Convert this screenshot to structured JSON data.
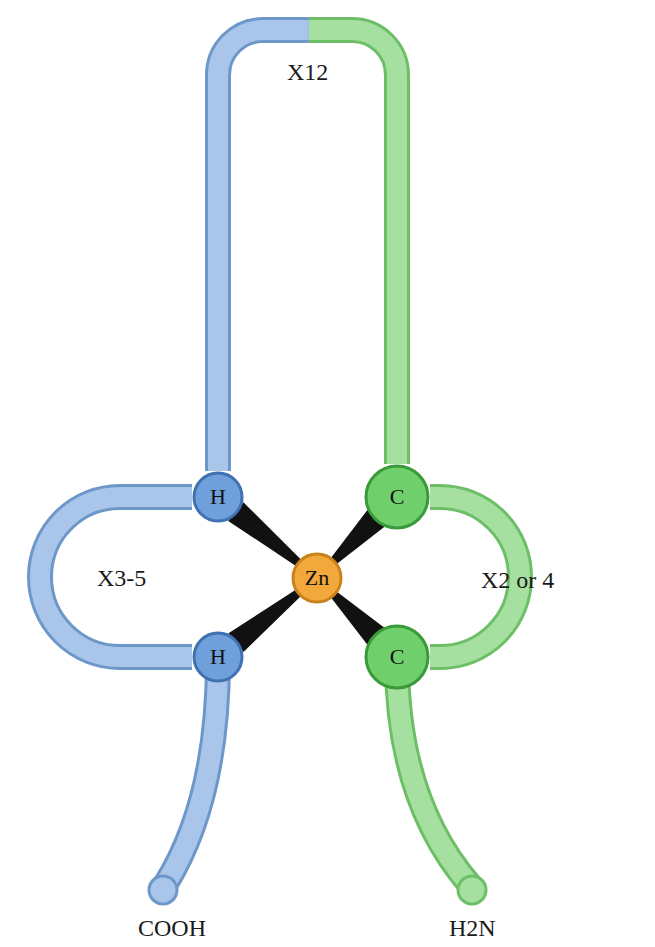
{
  "diagram": {
    "nodes": [
      {
        "text": [
          "H"
        ]
      },
      {
        "text": [
          "C"
        ]
      },
      {
        "text": [
          "Zn"
        ]
      },
      {
        "text": [
          "H"
        ]
      },
      {
        "text": [
          "C"
        ]
      }
    ],
    "edges": [
      {
        "from": 4,
        "to": 1,
        "arrow": "none"
      },
      {
        "from": 1,
        "to": 0,
        "arrow": "none"
      },
      {
        "from": 0,
        "to": 3,
        "arrow": "none"
      },
      {
        "from": 2,
        "to": 0,
        "arrow": "none"
      },
      {
        "from": 2,
        "to": 1,
        "arrow": "none"
      },
      {
        "from": 2,
        "to": 3,
        "arrow": "none"
      },
      {
        "from": 2,
        "to": 4,
        "arrow": "none"
      }
    ],
    "labels": [
      "X12",
      "X3-5",
      "X2 or 4",
      "COOH",
      "H2N"
    ]
  }
}
